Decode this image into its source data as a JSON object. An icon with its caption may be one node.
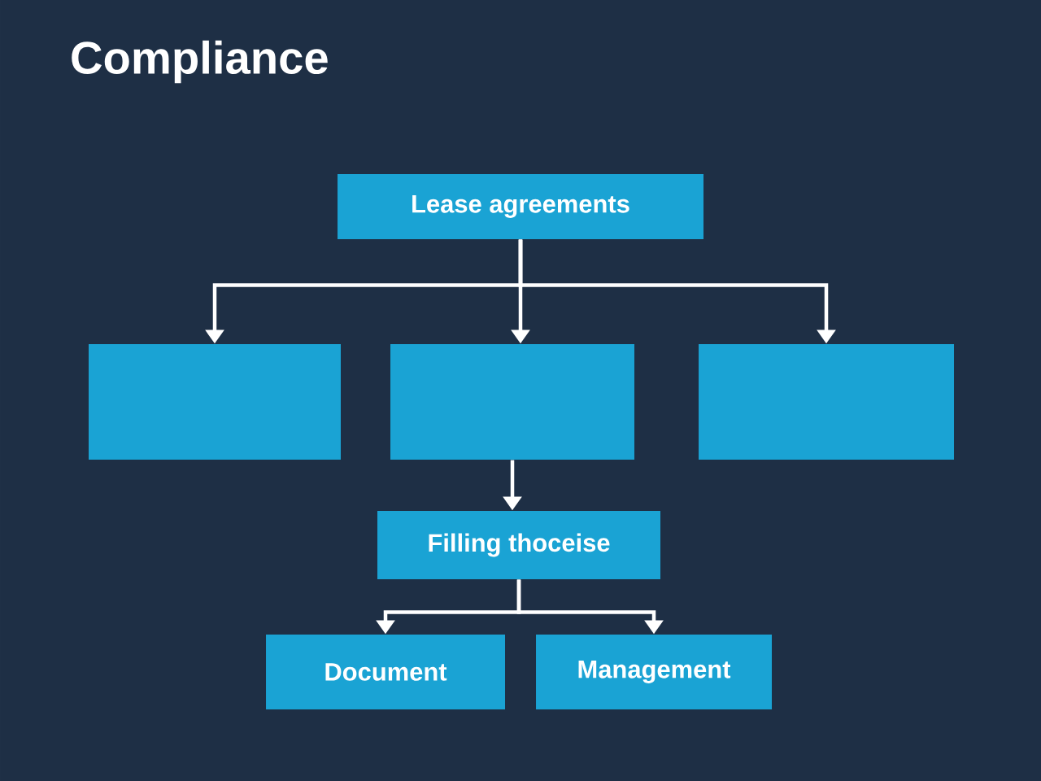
{
  "diagram": {
    "title": "Compliance",
    "nodes": [
      {
        "text": [
          "Lease agreements"
        ]
      },
      {
        "text": [],
        "shape": "box"
      },
      {
        "text": [],
        "shape": "box"
      },
      {
        "text": [],
        "shape": "box"
      },
      {
        "text": [
          "Filling thoceise"
        ]
      },
      {
        "text": [
          "Document"
        ]
      },
      {
        "text": [
          "Management"
        ]
      }
    ],
    "edges": [
      {
        "from": 0,
        "to": 1,
        "arrow": "to"
      },
      {
        "from": 0,
        "to": 2,
        "arrow": "to"
      },
      {
        "from": 0,
        "to": 3,
        "arrow": "to"
      },
      {
        "from": 2,
        "to": 4,
        "arrow": "to"
      },
      {
        "from": 4,
        "to": 5,
        "arrow": "to"
      },
      {
        "from": 4,
        "to": 6,
        "arrow": "to"
      }
    ]
  }
}
